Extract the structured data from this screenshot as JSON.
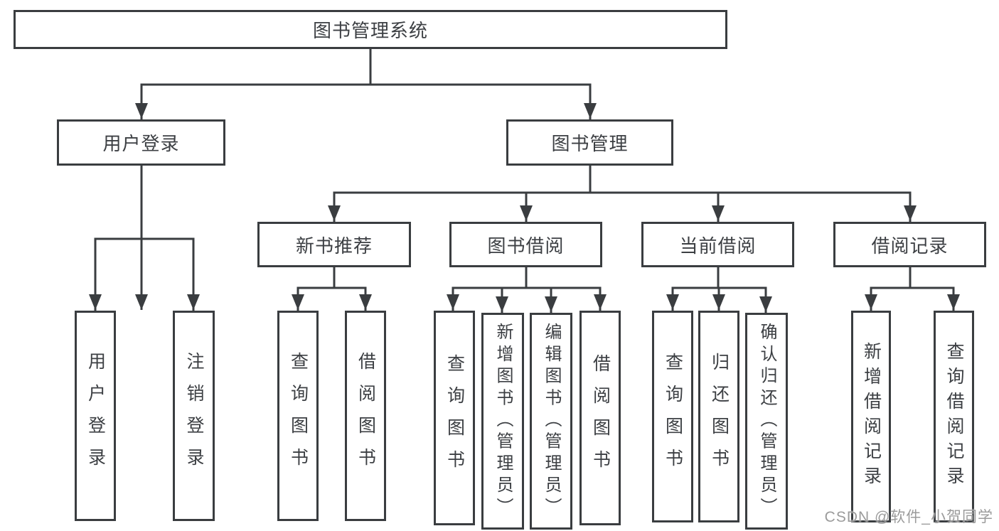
{
  "diagram": {
    "root": {
      "label": "图书管理系统"
    },
    "branches": [
      {
        "label": "用户登录",
        "leaves": [
          {
            "label": "用户登录"
          },
          {
            "label": "注销登录"
          }
        ]
      },
      {
        "label": "图书管理",
        "groups": [
          {
            "label": "新书推荐",
            "leaves": [
              {
                "label": "查询图书"
              },
              {
                "label": "借阅图书"
              }
            ]
          },
          {
            "label": "图书借阅",
            "leaves": [
              {
                "label": "查询图书"
              },
              {
                "label": "新增图书（管理员）"
              },
              {
                "label": "编辑图书（管理员）"
              },
              {
                "label": "借阅图书"
              }
            ]
          },
          {
            "label": "当前借阅",
            "leaves": [
              {
                "label": "查询图书"
              },
              {
                "label": "归还图书"
              },
              {
                "label": "确认归还（管理员）"
              }
            ]
          },
          {
            "label": "借阅记录",
            "leaves": [
              {
                "label": "新增借阅记录"
              },
              {
                "label": "查询借阅记录"
              }
            ]
          }
        ]
      }
    ]
  },
  "watermark": {
    "text": "CSDN @软件_小贺同学"
  },
  "colors": {
    "line": "#3a3d40",
    "text": "#3c3f43",
    "watermark": "#9b9b9b",
    "background": "#ffffff"
  }
}
